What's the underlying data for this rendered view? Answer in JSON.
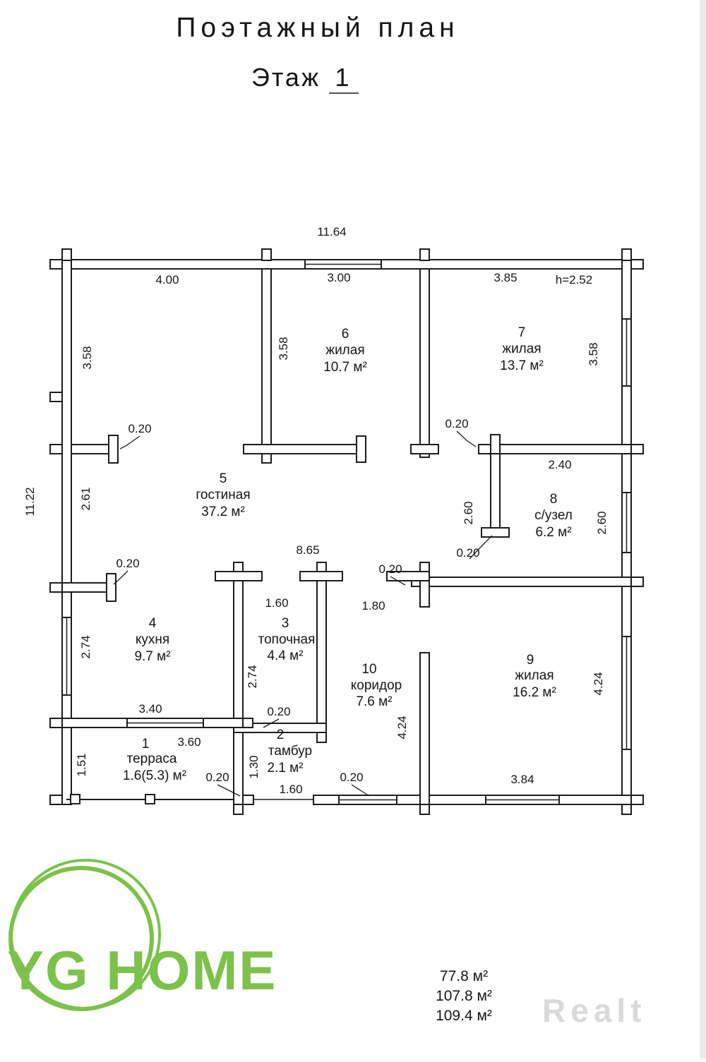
{
  "header": {
    "title": "Поэтажный план",
    "floor_label": "Этаж",
    "floor_number": "1"
  },
  "plan": {
    "ceiling_height": "h=2.52",
    "rooms": [
      {
        "num": "1",
        "name": "терраса",
        "area": "1.6(5.3) м²"
      },
      {
        "num": "2",
        "name": "тамбур",
        "area": "2.1 м²"
      },
      {
        "num": "3",
        "name": "топочная",
        "area": "4.4 м²"
      },
      {
        "num": "4",
        "name": "кухня",
        "area": "9.7 м²"
      },
      {
        "num": "5",
        "name": "гостиная",
        "area": "37.2 м²"
      },
      {
        "num": "6",
        "name": "жилая",
        "area": "10.7 м²"
      },
      {
        "num": "7",
        "name": "жилая",
        "area": "13.7 м²"
      },
      {
        "num": "8",
        "name": "с/узел",
        "area": "6.2 м²"
      },
      {
        "num": "9",
        "name": "жилая",
        "area": "16.2 м²"
      },
      {
        "num": "10",
        "name": "коридор",
        "area": "7.6 м²"
      }
    ],
    "dims": {
      "total_w": "11.64",
      "total_h": "11.22",
      "top_left": "4.00",
      "top_mid": "3.00",
      "top_right": "3.85",
      "v358": "3.58",
      "v261": "2.61",
      "v274": "2.74",
      "v260": "2.60",
      "v424": "4.24",
      "v130": "1.30",
      "v151": "1.51",
      "bath_w": "2.40",
      "liv_w": "8.65",
      "w160": "1.60",
      "corr_w": "1.80",
      "kitchen_w": "3.40",
      "terrace_w": "3.60",
      "room9_w": "3.84",
      "wall": "0.20"
    }
  },
  "footer": {
    "logo_text": "YG HOME",
    "watermark": "Realt",
    "areas": [
      "77.8 м²",
      "107.8 м²",
      "109.4 м²"
    ]
  }
}
